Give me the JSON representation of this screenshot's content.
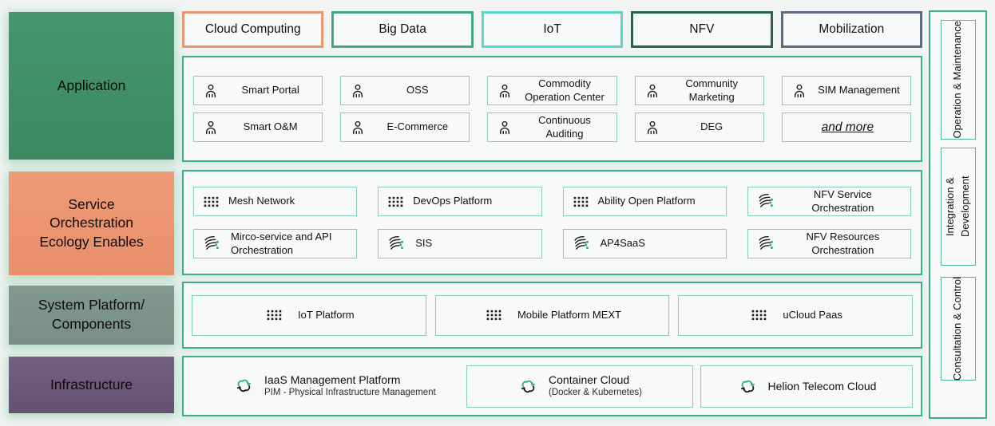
{
  "colors": {
    "accent_teal": "#3cae8e",
    "item_border": "#85cdb9",
    "tab_cloud": "#ec9472",
    "tab_bigdata": "#43a88b",
    "tab_iot": "#58d8c5",
    "tab_nfv": "#2c614b",
    "tab_mobilization": "#5b6b7c",
    "cat_application": "#3f8f69",
    "cat_service": "#ec9572",
    "cat_system": "#7d968c",
    "cat_infrastructure": "#6d5a7c",
    "icon_green": "#2fae7d"
  },
  "categories": [
    {
      "label": "Application"
    },
    {
      "label": "Service Orchestration Ecology Enables"
    },
    {
      "label": "System Platform/ Components"
    },
    {
      "label": "Infrastructure"
    }
  ],
  "tabs": [
    {
      "label": "Cloud Computing",
      "border": "#ec9472"
    },
    {
      "label": "Big Data",
      "border": "#43a88b"
    },
    {
      "label": "IoT",
      "border": "#58d8c5"
    },
    {
      "label": "NFV",
      "border": "#2c614b"
    },
    {
      "label": "Mobilization",
      "border": "#5b6b7c"
    }
  ],
  "application": {
    "items": [
      {
        "label": "Smart Portal",
        "icon": "person-icon"
      },
      {
        "label": "OSS",
        "icon": "person-icon"
      },
      {
        "label": "Commodity Operation Center",
        "icon": "person-icon"
      },
      {
        "label": "Community Marketing",
        "icon": "person-icon"
      },
      {
        "label": "SIM Management",
        "icon": "person-icon"
      },
      {
        "label": "Smart O&M",
        "icon": "person-icon"
      },
      {
        "label": "E-Commerce",
        "icon": "person-icon"
      },
      {
        "label": "Continuous Auditing",
        "icon": "person-icon"
      },
      {
        "label": "DEG",
        "icon": "person-icon"
      },
      {
        "label": "and more",
        "icon": "none"
      }
    ]
  },
  "orchestration": {
    "items": [
      {
        "label": "Mesh Network",
        "icon": "grid-icon"
      },
      {
        "label": "DevOps Platform",
        "icon": "grid-icon"
      },
      {
        "label": "Ability Open Platform",
        "icon": "grid-icon"
      },
      {
        "label": "NFV Service Orchestration",
        "icon": "orchestration-icon"
      },
      {
        "label": "Mirco-service and API Orchestration",
        "icon": "orchestration-icon"
      },
      {
        "label": "SIS",
        "icon": "orchestration-icon"
      },
      {
        "label": "AP4SaaS",
        "icon": "orchestration-icon"
      },
      {
        "label": "NFV Resources Orchestration",
        "icon": "orchestration-icon"
      }
    ]
  },
  "platform": {
    "items": [
      {
        "label": "IoT Platform",
        "icon": "grid-icon"
      },
      {
        "label": "Mobile Platform MEXT",
        "icon": "grid-icon"
      },
      {
        "label": "uCloud Paas",
        "icon": "grid-icon"
      }
    ]
  },
  "infrastructure": {
    "items": [
      {
        "title": "IaaS Management Platform",
        "subtitle": "PIM - Physical Infrastructure Management",
        "icon": "cloud-sync-icon"
      },
      {
        "title": "Container Cloud",
        "subtitle": "(Docker & Kubernetes)",
        "icon": "cloud-sync-icon"
      },
      {
        "title": "Helion Telecom Cloud",
        "subtitle": "",
        "icon": "cloud-sync-icon"
      }
    ]
  },
  "rail": {
    "items": [
      {
        "label": "Operation & Maintenance"
      },
      {
        "label": "Integration & Development"
      },
      {
        "label": "Consultation & Control"
      }
    ]
  }
}
